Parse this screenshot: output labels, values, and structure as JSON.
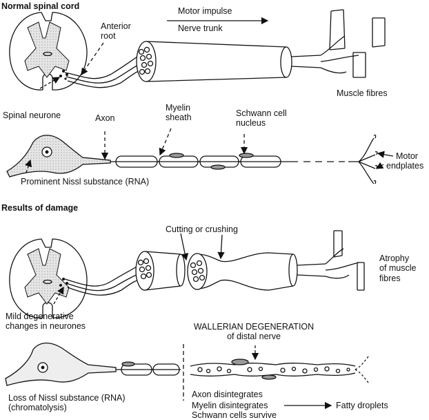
{
  "sections": {
    "normal": "Normal spinal cord",
    "damage": "Results of damage"
  },
  "labels": {
    "anterior_root": [
      "Anterior",
      "root"
    ],
    "motor_impulse": "Motor impulse",
    "nerve_trunk": "Nerve trunk",
    "muscle_fibres": "Muscle fibres",
    "spinal_neurone": "Spinal neurone",
    "axon": "Axon",
    "myelin_sheath": [
      "Myelin",
      "sheath"
    ],
    "schwann_nucleus": [
      "Schwann cell",
      "nucleus"
    ],
    "motor_endplates": [
      "Motor",
      "endplates"
    ],
    "nissl": "Prominent Nissl substance (RNA)",
    "cutting": "Cutting or crushing",
    "atrophy": [
      "Atrophy",
      "of muscle",
      "fibres"
    ],
    "mild_degen": [
      "Mild degenerative",
      "changes in neurones"
    ],
    "wallerian": [
      "WALLERIAN DEGENERATION",
      "of distal nerve"
    ],
    "loss_nissl": [
      "Loss of Nissl substance (RNA)",
      "(chromatolysis)"
    ],
    "axon_dis": "Axon disintegrates",
    "myelin_dis": "Myelin disintegrates",
    "schwann_surv": "Schwann cells survive",
    "fatty": "Fatty droplets"
  },
  "colors": {
    "ink": "#111111",
    "grey": "#d9d9d9"
  }
}
